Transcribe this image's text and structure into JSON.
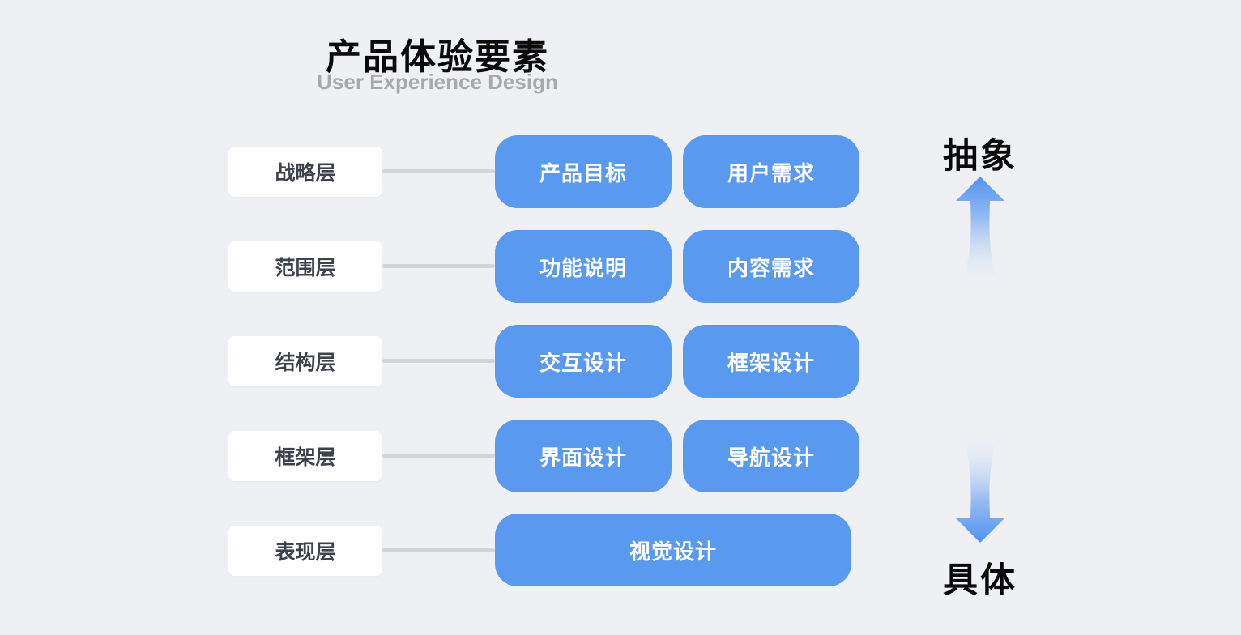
{
  "title": "产品体验要素",
  "subtitle": "User Experience Design",
  "rows": [
    {
      "layer": "战略层",
      "items": [
        "产品目标",
        "用户需求"
      ]
    },
    {
      "layer": "范围层",
      "items": [
        "功能说明",
        "内容需求"
      ]
    },
    {
      "layer": "结构层",
      "items": [
        "交互设计",
        "框架设计"
      ]
    },
    {
      "layer": "框架层",
      "items": [
        "界面设计",
        "导航设计"
      ]
    },
    {
      "layer": "表现层",
      "items": [
        "视觉设计"
      ]
    }
  ],
  "axis": {
    "top_label": "抽象",
    "bottom_label": "具体",
    "up_icon": "up-gradient-arrow-icon",
    "down_icon": "down-gradient-arrow-icon"
  },
  "colors": {
    "background": "#EFF0F4",
    "node_blue": "#5A99F0",
    "node_text": "#FFFFFF",
    "layer_box": "#FFFFFF",
    "layer_text": "#3D424C",
    "connector": "#D3D5D9",
    "arrow_solid_blue": "#4D92F0",
    "title_text": "#0A0A0A",
    "subtitle_text": "#A7A9AD"
  }
}
